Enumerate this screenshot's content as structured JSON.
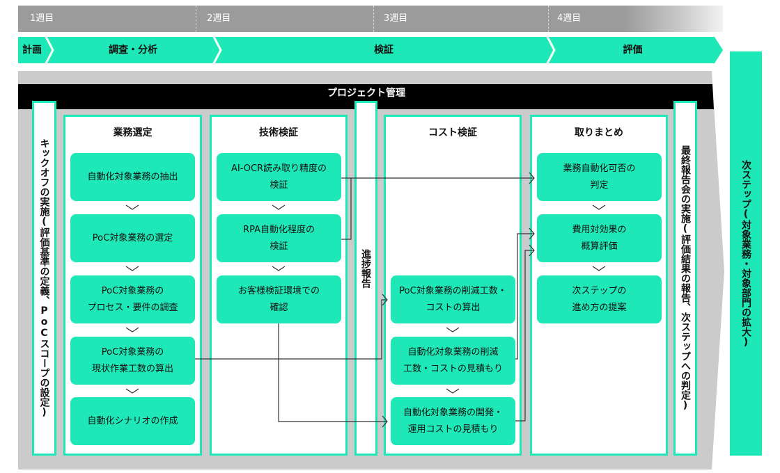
{
  "timeline": {
    "weeks": [
      "1週目",
      "2週目",
      "3週目",
      "4週目"
    ]
  },
  "phases": [
    "計画",
    "調査・分析",
    "検証",
    "評価"
  ],
  "project_management": "プロジェクト管理",
  "kickoff": "キックオフの実施(評価基準の定義、PoCスコープの設定)",
  "progress_report": "進捗報告",
  "final_report": "最終報告会の実施(評価結果の報告、次ステップへの判定)",
  "next_step": "次ステップ(対象業務・対象部門の拡大)",
  "columns": [
    {
      "title": "業務選定",
      "steps": [
        "自動化対象業務の抽出",
        "PoC対象業務の選定",
        "PoC対象業務の\nプロセス・要件の調査",
        "PoC対象業務の\n現状作業工数の算出",
        "自動化シナリオの作成"
      ]
    },
    {
      "title": "技術検証",
      "steps": [
        "AI-OCR読み取り精度の\n検証",
        "RPA自動化程度の\n検証",
        "お客様検証環境での\n確認"
      ]
    },
    {
      "title": "コスト検証",
      "steps": [
        "PoC対象業務の削減工数・\nコストの算出",
        "自動化対象業務の削減\n工数・コストの見積もり",
        "自動化対象業務の開発・\n運用コストの見積もり"
      ]
    },
    {
      "title": "取りまとめ",
      "steps": [
        "業務自動化可否の\n判定",
        "費用対効果の\n概算評価",
        "次ステップの\n進め方の提案"
      ]
    }
  ],
  "colors": {
    "accent": "#1ee8b7",
    "timeline_gray": "#9b9b9b",
    "background_gray": "#cbcbcb",
    "header_black": "#000000",
    "connector": "#333333"
  }
}
